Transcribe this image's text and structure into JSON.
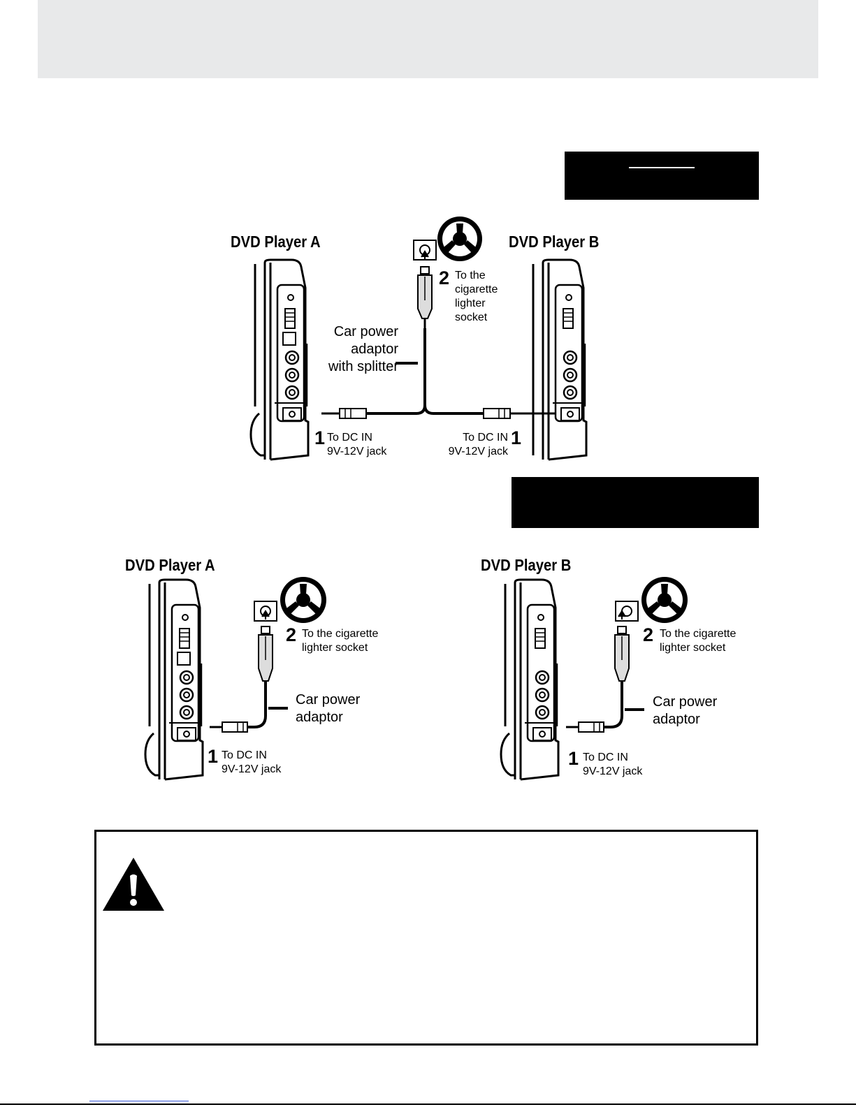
{
  "diagram_top": {
    "player_a_title": "DVD Player A",
    "player_b_title": "DVD Player B",
    "step2_number": "2",
    "step2_lines": [
      "To the",
      "cigarette",
      "lighter",
      "socket"
    ],
    "adaptor_lines": [
      "Car power",
      "adaptor",
      "with splitter"
    ],
    "step1_number": "1",
    "step1_left_lines": [
      "To DC IN",
      "9V-12V jack"
    ],
    "step1_right_lines": [
      "To DC IN",
      "9V-12V jack"
    ]
  },
  "diagram_bottom": {
    "player_a": {
      "title": "DVD Player A",
      "step2_number": "2",
      "step2_lines": [
        "To the cigarette",
        "lighter socket"
      ],
      "adaptor_lines": [
        "Car power",
        "adaptor"
      ],
      "step1_number": "1",
      "step1_lines": [
        "To DC IN",
        "9V-12V jack"
      ]
    },
    "player_b": {
      "title": "DVD Player B",
      "step2_number": "2",
      "step2_lines": [
        "To the cigarette",
        "lighter socket"
      ],
      "adaptor_lines": [
        "Car power",
        "adaptor"
      ],
      "step1_number": "1",
      "step1_lines": [
        "To DC IN",
        "9V-12V jack"
      ]
    }
  },
  "colors": {
    "header_band": "#e8e9ea",
    "ink": "#000000",
    "link_underline": "#3a5bd9"
  },
  "icons": [
    "steering-wheel-icon",
    "warning-icon"
  ]
}
